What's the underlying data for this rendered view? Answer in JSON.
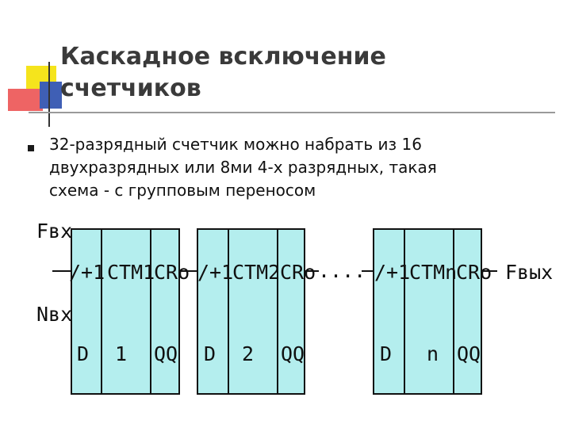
{
  "slide": {
    "title_line1": "Каскадное всключение",
    "title_line2": "счетчиков",
    "bullet_lines": [
      "32-разрядный счетчик можно набрать из 16",
      "двухразрядных или 8ми 4-х разрядных, такая",
      "схема - с групповым переносом"
    ]
  },
  "colors": {
    "block_fill": "#b4eeee",
    "deco_yellow": "#f5e41c",
    "deco_red": "#ee6464",
    "deco_blue": "#3f5fb5"
  },
  "diagram": {
    "input_top": "Fвх",
    "input_bottom": "Nвх",
    "output": "Fвых",
    "ellipsis": "....",
    "blocks": [
      {
        "inc": "/+1",
        "name": "CTM1",
        "carry": "CRo",
        "d": "D",
        "index": "1",
        "q": "QQ"
      },
      {
        "inc": "/+1",
        "name": "CTM2",
        "carry": "CRo",
        "d": "D",
        "index": "2",
        "q": "QQ"
      },
      {
        "inc": "/+1",
        "name": "CTMn",
        "carry": "CRo",
        "d": "D",
        "index": "n",
        "q": "QQ"
      }
    ]
  }
}
